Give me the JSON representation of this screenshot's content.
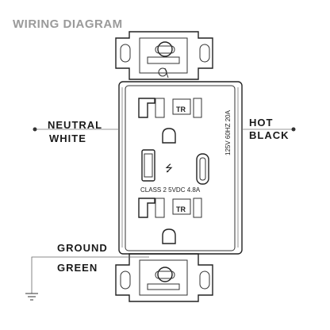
{
  "header": {
    "title": "WIRING DIAGRAM"
  },
  "wires": {
    "neutral": {
      "line1": "NEUTRAL",
      "line2": "WHITE"
    },
    "hot": {
      "line1": "HOT",
      "line2": "BLACK"
    },
    "ground": {
      "line1": "GROUND",
      "line2": "GREEN"
    }
  },
  "receptacle": {
    "rating": "125V 60HZ 20A",
    "usb_rating": "CLASS 2 5VDC 4.8A",
    "tr_mark": "TR",
    "usb_symbol": "⭍"
  },
  "colors": {
    "title": "#9a9a9a",
    "ink": "#222222",
    "label": "#1a1a1a"
  }
}
